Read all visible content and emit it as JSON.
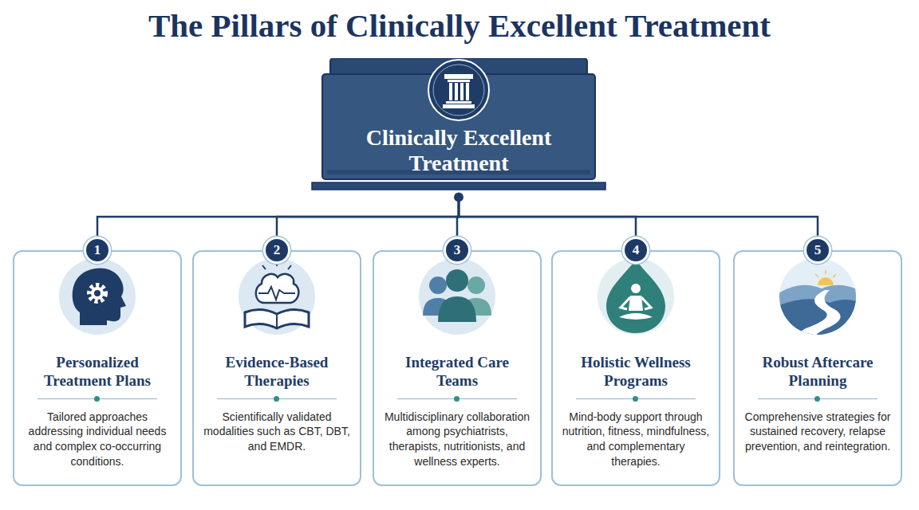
{
  "diagram": {
    "title": "The Pillars of Clinically Excellent Treatment",
    "nodes": [
      {
        "text": [
          "Clinically Excellent Treatment"
        ]
      },
      {
        "text": [
          "Personalized Treatment Plans",
          "Tailored approaches addressing individual needs and complex co-occurring conditions."
        ]
      },
      {
        "text": [
          "Evidence-Based Therapies",
          "Scientifically validated modalities such as CBT, DBT, and EMDR."
        ]
      },
      {
        "text": [
          "Integrated Care Teams",
          "Multidisciplinary collaboration among psychiatrists, therapists, nutritionists, and wellness experts."
        ]
      },
      {
        "text": [
          "Holistic Wellness Programs",
          "Mind-body support through nutrition, fitness, mindfulness, and complementary therapies."
        ]
      },
      {
        "text": [
          "Robust Aftercare Planning",
          "Comprehensive strategies for sustained recovery, relapse prevention, and reintegration."
        ]
      }
    ],
    "edges": [
      {
        "from": 0,
        "to": 1,
        "arrow": "none"
      },
      {
        "from": 0,
        "to": 2,
        "arrow": "none"
      },
      {
        "from": 0,
        "to": 3,
        "arrow": "none"
      },
      {
        "from": 0,
        "to": 4,
        "arrow": "none"
      },
      {
        "from": 0,
        "to": 5,
        "arrow": "none"
      }
    ],
    "labels": [
      "1",
      "2",
      "3",
      "4",
      "5"
    ]
  }
}
